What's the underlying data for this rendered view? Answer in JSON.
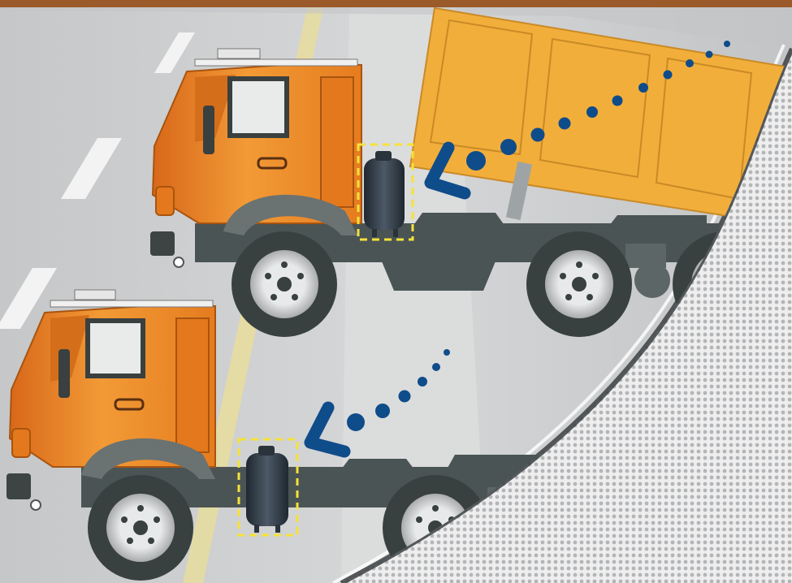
{
  "scene": {
    "top_strip_color": "#9a5a2a",
    "road_colors": [
      "#c9cbcc",
      "#e2e3e3",
      "#b9bbbc"
    ],
    "cab_color": "#ee8a23",
    "cab_shade": "#c7641a",
    "chassis_color": "#4b5454",
    "tipper_body_color": "#f2ae3b",
    "tank_color": "#3a4550",
    "pointer_color": "#0f4c8a",
    "highlight_dash_color": "#f5e23a",
    "pattern_color": "#b0b2b4"
  },
  "trucks": [
    {
      "name": "tipper-truck",
      "state": "raised tipper body"
    },
    {
      "name": "chassis-truck",
      "state": "no body"
    }
  ],
  "icons": [
    "hydraulic-tank-icon",
    "arrow-pointer-icon"
  ]
}
